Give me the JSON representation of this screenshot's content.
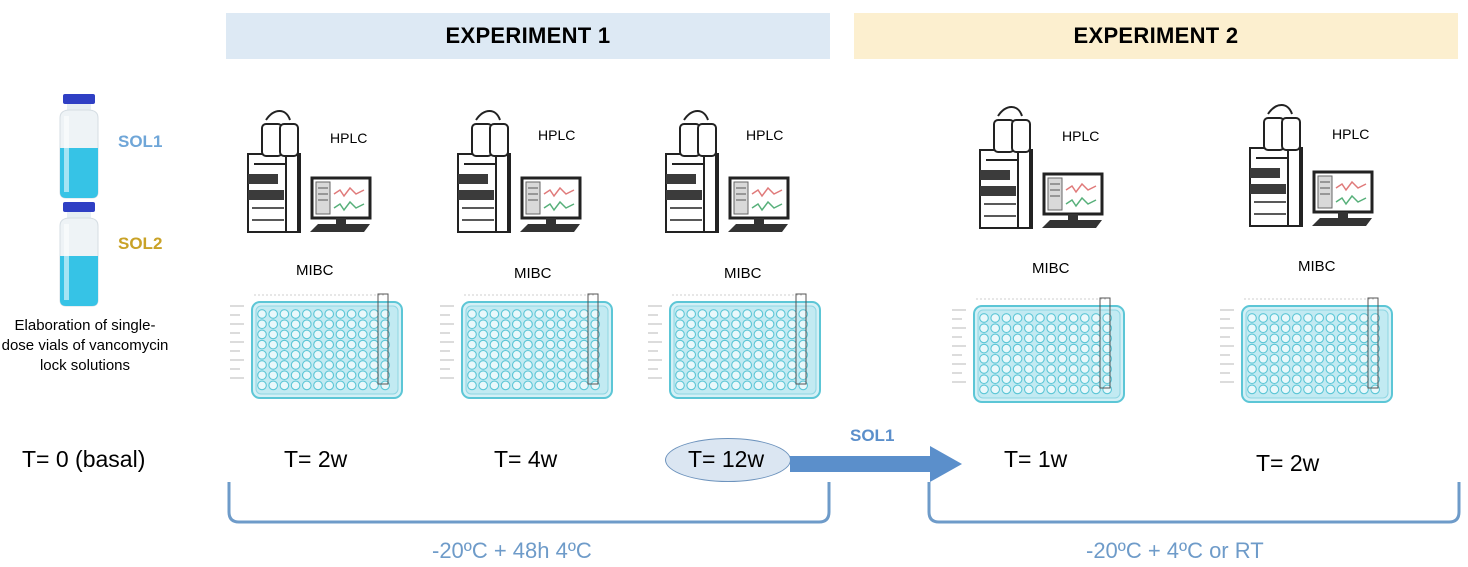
{
  "experiments": [
    {
      "title": "EXPERIMENT 1",
      "color": "#dde9f4"
    },
    {
      "title": "EXPERIMENT 2",
      "color": "#fcefcf"
    }
  ],
  "solutions": {
    "sol1": {
      "label": "SOL1",
      "color": "#6fa6d8"
    },
    "sol2": {
      "label": "SOL2",
      "color": "#c9a227"
    }
  },
  "caption": "Elaboration of single-dose vials of vancomycin lock solutions",
  "basal": "T= 0 (basal)",
  "stations": [
    {
      "hplc": "HPLC",
      "mibc": "MIBC",
      "time": "T= 2w"
    },
    {
      "hplc": "HPLC",
      "mibc": "MIBC",
      "time": "T= 4w"
    },
    {
      "hplc": "HPLC",
      "mibc": "MIBC",
      "time": "T= 12w"
    },
    {
      "hplc": "HPLC",
      "mibc": "MIBC",
      "time": "T= 1w"
    },
    {
      "hplc": "HPLC",
      "mibc": "MIBC",
      "time": "T= 2w"
    }
  ],
  "arrow_label": "SOL1",
  "conditions": [
    {
      "label": "-20ºC + 48h 4ºC"
    },
    {
      "label": "-20ºC + 4ºC or RT"
    }
  ],
  "colors": {
    "bracket": "#6e9bc9",
    "arrow": "#5b8fcb",
    "liquid": "#36c3e6",
    "cap": "#2f3fc4",
    "plate": "#5cc6d6"
  }
}
